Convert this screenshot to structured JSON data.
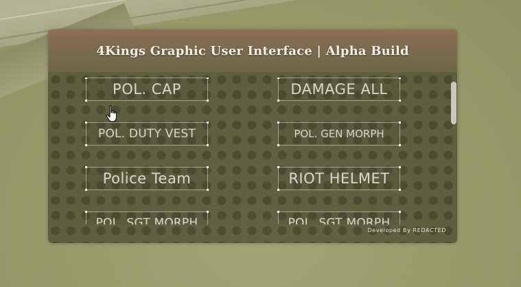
{
  "panel": {
    "title": "4Kings Graphic User Interface | Alpha Build",
    "footer": "Developed By REDACTED"
  },
  "buttons": [
    {
      "label": "POL. CAP"
    },
    {
      "label": "DAMAGE ALL"
    },
    {
      "label": "POL. DUTY VEST"
    },
    {
      "label": "POL. GEN MORPH"
    },
    {
      "label": "Police Team"
    },
    {
      "label": "RIOT HELMET"
    },
    {
      "label": "POL. SGT MORPH"
    },
    {
      "label": "POL. SGT MORPH"
    }
  ],
  "icons": {
    "cursor": "hand-pointer-icon"
  },
  "colors": {
    "header_accent": "#8f6e54",
    "button_text": "#d9d8cf",
    "button_border": "#bebeaa"
  }
}
